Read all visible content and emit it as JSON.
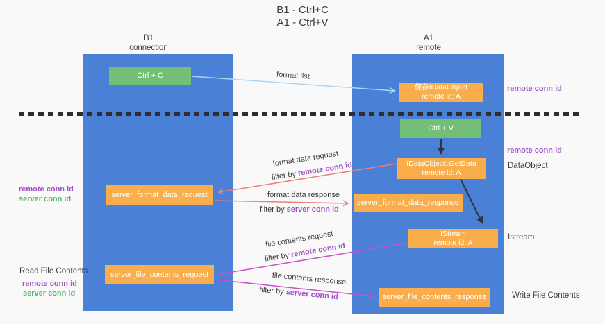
{
  "title": {
    "line1": "B1 - Ctrl+C",
    "line2": "A1 - Ctrl+V"
  },
  "lanes": {
    "left": {
      "name": "B1",
      "subtitle": "connection"
    },
    "right": {
      "name": "A1",
      "subtitle": "remote"
    }
  },
  "nodes": {
    "ctrl_c": "Ctrl + C",
    "ctrl_v": "Ctrl + V",
    "save_idataobject": {
      "line1": "保存IDataObject",
      "line2": "remote id: A"
    },
    "getdata": {
      "line1": "IDataObject::GetData",
      "line2": "remote id: A"
    },
    "istream": {
      "line1": "IStream",
      "line2": "remote id: A"
    },
    "server_format_data_request": "server_format_data_request",
    "server_format_data_response": "server_format_data_response",
    "server_file_contents_request": "server_file_contents_request",
    "server_file_contents_response": "server_file_contents_response"
  },
  "edge_labels": {
    "format_list": "format list",
    "format_data_request": "format data request",
    "format_data_response": "format data response",
    "file_contents_request": "file contents request",
    "file_contents_response": "file contents response",
    "filter_by": "filter by",
    "remote_conn_id": "remote conn id",
    "server_conn_id": "server conn id"
  },
  "side_labels": {
    "remote_conn_id": "remote conn id",
    "server_conn_id": "server conn id",
    "dataobject": "DataObject",
    "istream": "Istream",
    "read_file_contents": "Read File Contents",
    "write_file_contents": "Write File Contents"
  },
  "colors": {
    "lane_blue": "#4a80d5",
    "node_green": "#72bf75",
    "node_orange": "#f9ae4b",
    "arrow_red": "#ee7e7e",
    "arrow_magenta": "#ca4fca",
    "arrow_light_blue": "#aed5f2",
    "arrow_black": "#333333",
    "text_purple": "#a052c5",
    "text_green": "#57b56b"
  }
}
